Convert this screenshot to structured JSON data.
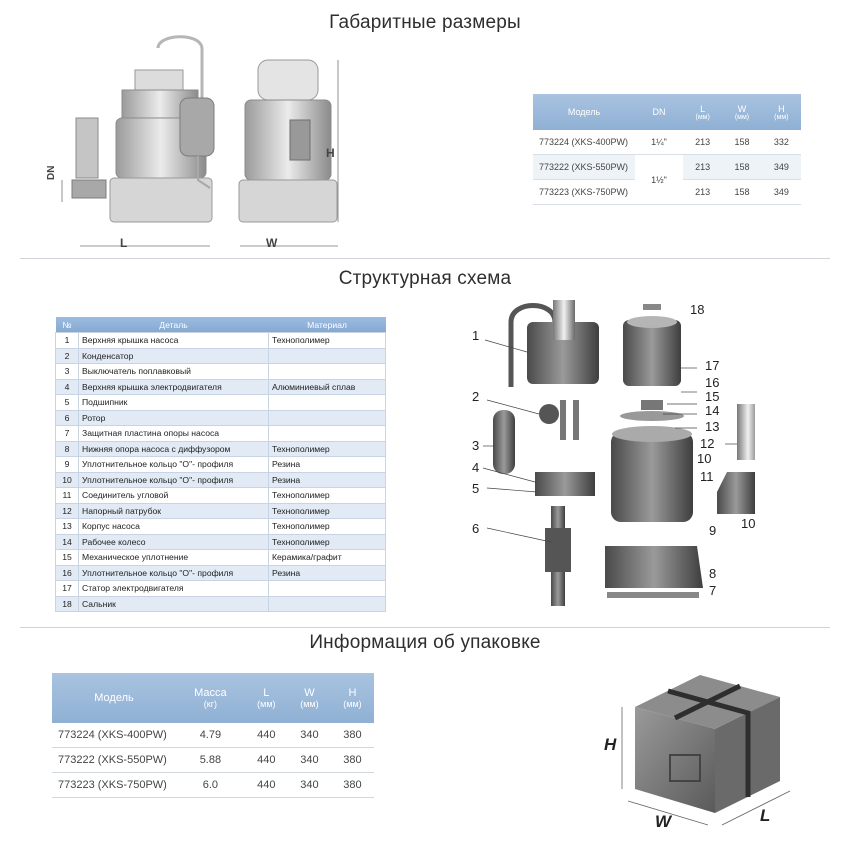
{
  "sections": {
    "dimensions_title": "Габаритные размеры",
    "structure_title": "Структурная схема",
    "packaging_title": "Информация об упаковке"
  },
  "dimension_labels": {
    "dn": "DN",
    "l": "L",
    "w": "W",
    "h": "H"
  },
  "dims_table": {
    "headers": {
      "model": "Модель",
      "dn": "DN",
      "l": "L",
      "w": "W",
      "h": "H",
      "unit": "(мм)"
    },
    "rows": [
      {
        "model": "773224 (XKS-400PW)",
        "dn": "1¼\"",
        "l": "213",
        "w": "158",
        "h": "332"
      },
      {
        "model": "773222 (XKS-550PW)",
        "dn": "1½\"",
        "l": "213",
        "w": "158",
        "h": "349"
      },
      {
        "model": "773223 (XKS-750PW)",
        "dn": "",
        "l": "213",
        "w": "158",
        "h": "349"
      }
    ]
  },
  "parts_table": {
    "headers": {
      "num": "№",
      "part": "Деталь",
      "material": "Материал"
    },
    "rows": [
      {
        "num": "1",
        "part": "Верхняя крышка насоса",
        "material": "Технополимер"
      },
      {
        "num": "2",
        "part": "Конденсатор",
        "material": ""
      },
      {
        "num": "3",
        "part": "Выключатель поплавковый",
        "material": ""
      },
      {
        "num": "4",
        "part": "Верхняя крышка электродвигателя",
        "material": "Алюминиевый сплав"
      },
      {
        "num": "5",
        "part": "Подшипник",
        "material": ""
      },
      {
        "num": "6",
        "part": "Ротор",
        "material": ""
      },
      {
        "num": "7",
        "part": "Защитная пластина опоры насоса",
        "material": ""
      },
      {
        "num": "8",
        "part": "Нижняя опора насоса с диффузором",
        "material": "Технополимер"
      },
      {
        "num": "9",
        "part": "Уплотнительное кольцо \"О\"- профиля",
        "material": "Резина"
      },
      {
        "num": "10",
        "part": "Уплотнительное кольцо \"О\"- профиля",
        "material": "Резина"
      },
      {
        "num": "11",
        "part": "Соединитель угловой",
        "material": "Технополимер"
      },
      {
        "num": "12",
        "part": "Напорный патрубок",
        "material": "Технополимер"
      },
      {
        "num": "13",
        "part": "Корпус насоса",
        "material": "Технополимер"
      },
      {
        "num": "14",
        "part": "Рабочее колесо",
        "material": "Технополимер"
      },
      {
        "num": "15",
        "part": "Механическое уплотнение",
        "material": "Керамика/графит"
      },
      {
        "num": "16",
        "part": "Уплотнительное кольцо \"О\"- профиля",
        "material": "Резина"
      },
      {
        "num": "17",
        "part": "Статор электродвигателя",
        "material": ""
      },
      {
        "num": "18",
        "part": "Сальник",
        "material": ""
      }
    ]
  },
  "pack_table": {
    "headers": {
      "model": "Модель",
      "mass": "Масса",
      "mass_unit": "(кг)",
      "l": "L",
      "w": "W",
      "h": "H",
      "unit": "(мм)"
    },
    "rows": [
      {
        "model": "773224 (XKS-400PW)",
        "mass": "4.79",
        "l": "440",
        "w": "340",
        "h": "380"
      },
      {
        "model": "773222 (XKS-550PW)",
        "mass": "5.88",
        "l": "440",
        "w": "340",
        "h": "380"
      },
      {
        "model": "773223 (XKS-750PW)",
        "mass": "6.0",
        "l": "440",
        "w": "340",
        "h": "380"
      }
    ]
  },
  "callouts": [
    "1",
    "2",
    "3",
    "4",
    "5",
    "6",
    "7",
    "8",
    "9",
    "10",
    "11",
    "12",
    "13",
    "14",
    "15",
    "16",
    "17",
    "18"
  ],
  "box_labels": {
    "h": "H",
    "w": "W",
    "l": "L"
  }
}
